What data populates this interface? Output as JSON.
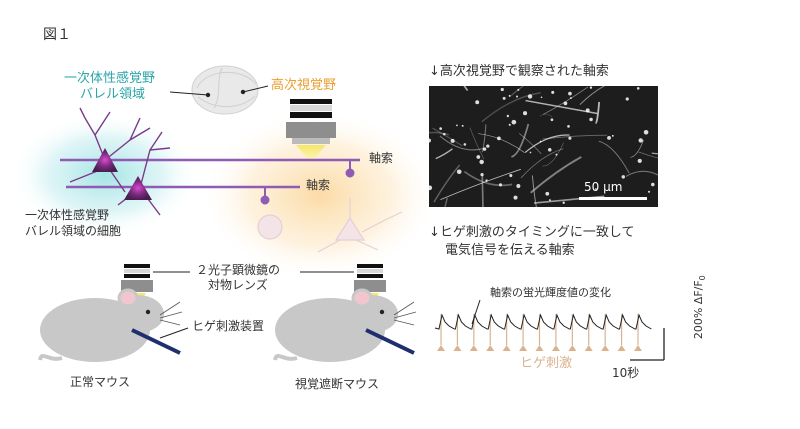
{
  "figure_label": "図１",
  "labels": {
    "barrel_top_line1": "一次体性感覚野",
    "barrel_top_line2": "バレル領域",
    "higher_visual": "高次視覚野",
    "axon_upper": "軸索",
    "axon_lower": "軸索",
    "barrel_cell_line1": "一次体性感覚野",
    "barrel_cell_line2": "バレル領域の細胞",
    "objective_line1": "２光子顕微鏡の",
    "objective_line2": "対物レンズ",
    "whisker_device": "ヒゲ刺激装置",
    "normal_mouse": "正常マウス",
    "deprived_mouse": "視覚遮断マウス"
  },
  "micrograph": {
    "caption": "↓高次視覚野で観察された軸索",
    "scale_bar_label": "50 μm"
  },
  "trace": {
    "caption_line1": "↓ヒゲ刺激のタイミングに一致して",
    "caption_line2": "電気信号を伝える軸索",
    "trace_label": "軸索の蛍光輝度値の変化",
    "stimulus_label": "ヒゲ刺激",
    "y_scale": "200% ΔF/F",
    "y_scale_sub": "0",
    "x_scale": "10秒",
    "stimulus_count": 13
  },
  "colors": {
    "teal": "#2aa5a8",
    "orange": "#e9a032",
    "purple": "#8e5bb5",
    "neuron": "#5b2c6f",
    "stim_tan": "#d9b38f",
    "device_navy": "#1f2f6e"
  }
}
